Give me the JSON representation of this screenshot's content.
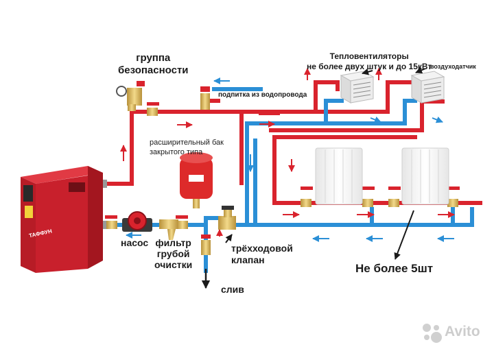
{
  "labels": {
    "safety_group": [
      "группа",
      "безопасности"
    ],
    "heat_fans": [
      "Тепловентиляторы",
      "не более двух штук и до 15кВт"
    ],
    "air_sensor": "воздуходатчик",
    "water_makeup": "подпитка из водопровода",
    "expansion_tank": [
      "расширительный бак",
      "закрытого типа"
    ],
    "pump": "насос",
    "coarse_filter": [
      "фильтр",
      "грубой",
      "очистки"
    ],
    "three_way_valve": [
      "трёхходовой",
      "клапан"
    ],
    "drain": "слив",
    "max_radiators": "Не более 5шт",
    "boiler_brand": "ТАФФУН",
    "watermark": "Avito"
  },
  "colors": {
    "supply_pipe": "#d9232d",
    "return_pipe": "#2b8fd6",
    "boiler_body": "#c8202c",
    "tank": "#dd2a2a",
    "brass": "#d4b25a",
    "valve_handle": "#d9232d",
    "radiator": "#f4f4f4"
  },
  "icons": {
    "boiler": "boiler-icon",
    "pump": "pump-icon",
    "filter": "filter-icon",
    "tank": "expansion-tank-icon",
    "radiator": "radiator-icon",
    "heat_fan": "heat-fan-icon",
    "valve": "ball-valve-icon"
  }
}
